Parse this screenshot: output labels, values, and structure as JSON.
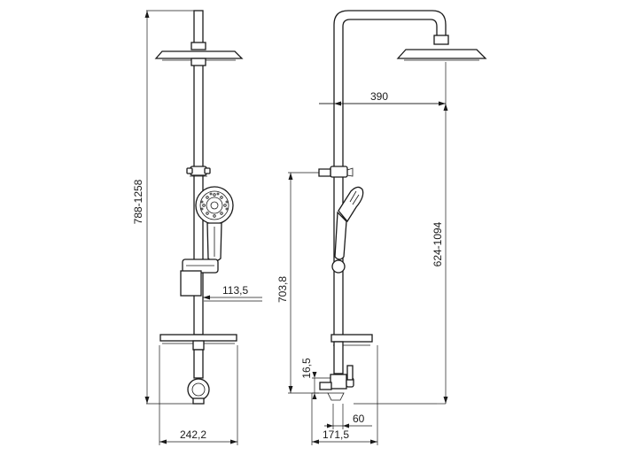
{
  "dimensions": {
    "front_height_range": "788-1258",
    "front_handshower_offset": "113,5",
    "front_base_width": "242,2",
    "side_arm_reach": "390",
    "side_height_range": "624-1094",
    "side_holder_height": "703,8",
    "side_valve_height": "16,5",
    "side_valve_offset": "60",
    "side_base_depth": "171,5"
  }
}
